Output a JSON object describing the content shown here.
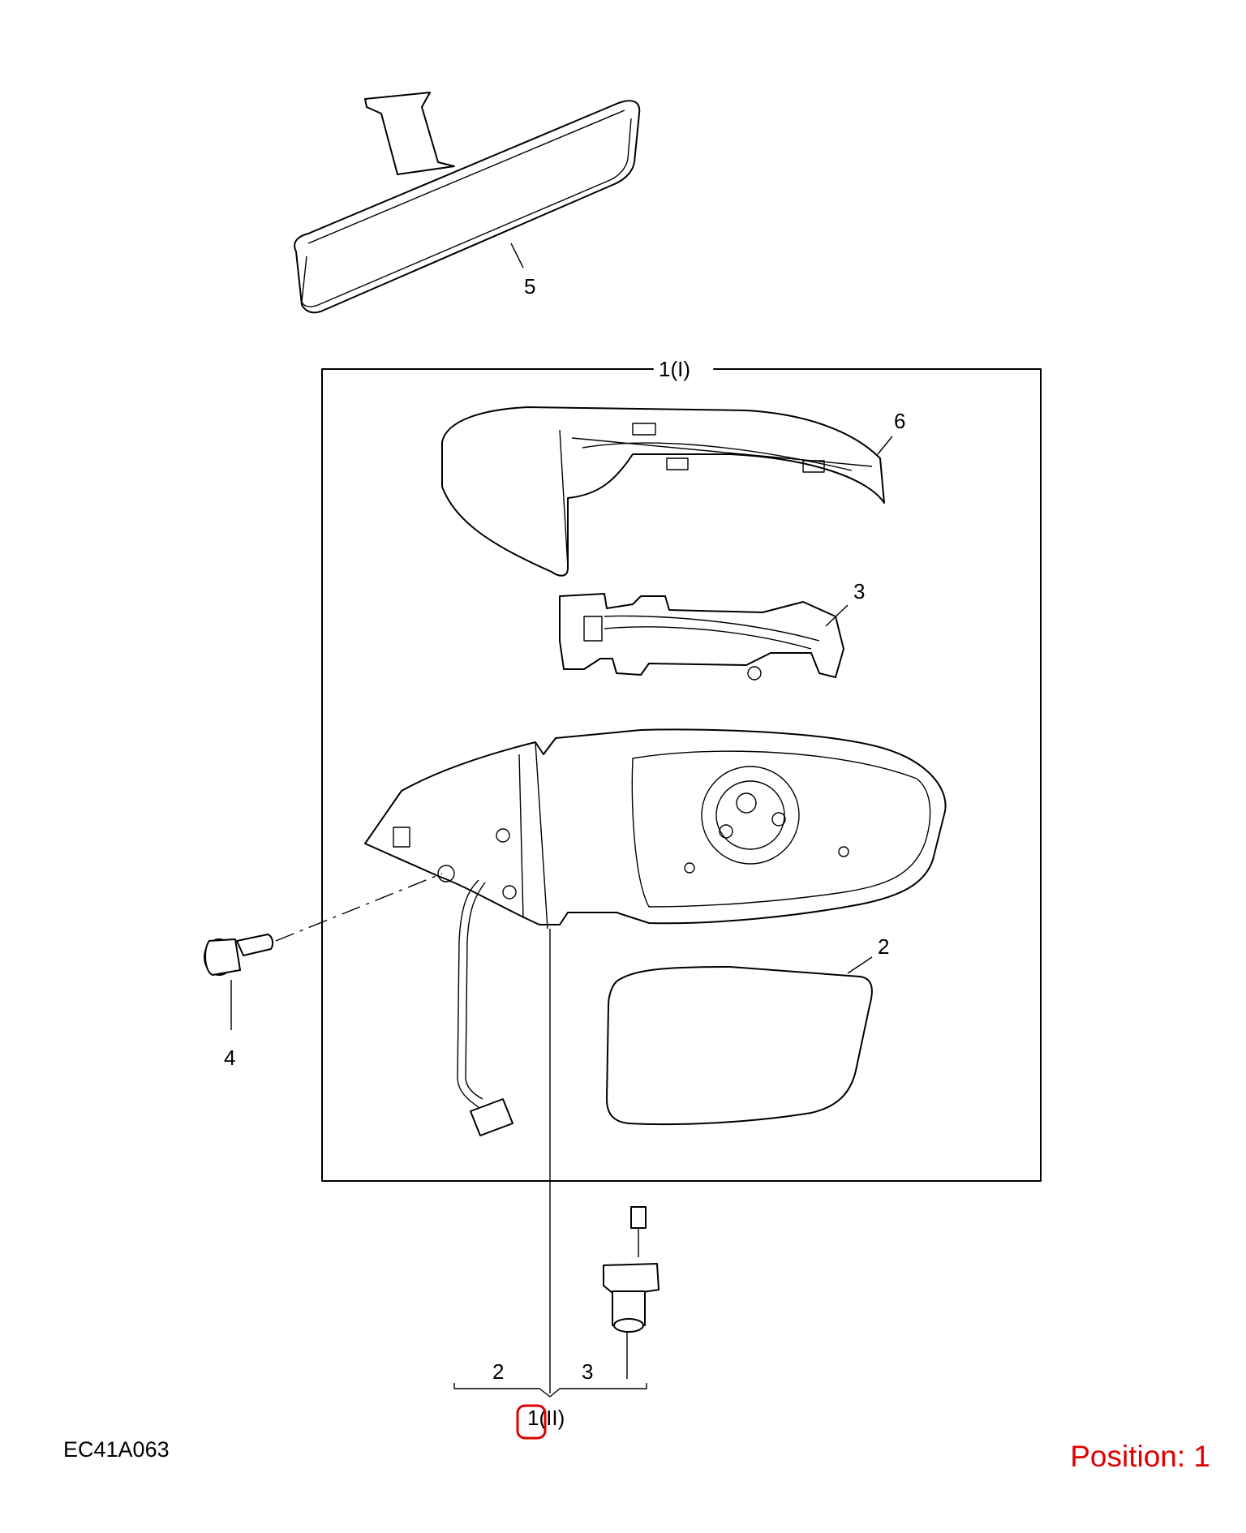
{
  "diagram": {
    "frame_label": "1(I)",
    "assembly_label": "1(II)",
    "callouts": {
      "interior_mirror": "5",
      "mirror_cap": "6",
      "indicator": "3",
      "bolt": "4",
      "mirror_glass": "2",
      "sub_2": "2",
      "sub_3": "3"
    },
    "drawing_code": "EC41A063",
    "position_label": "Position: 1",
    "highlight_color": "#e00000"
  }
}
